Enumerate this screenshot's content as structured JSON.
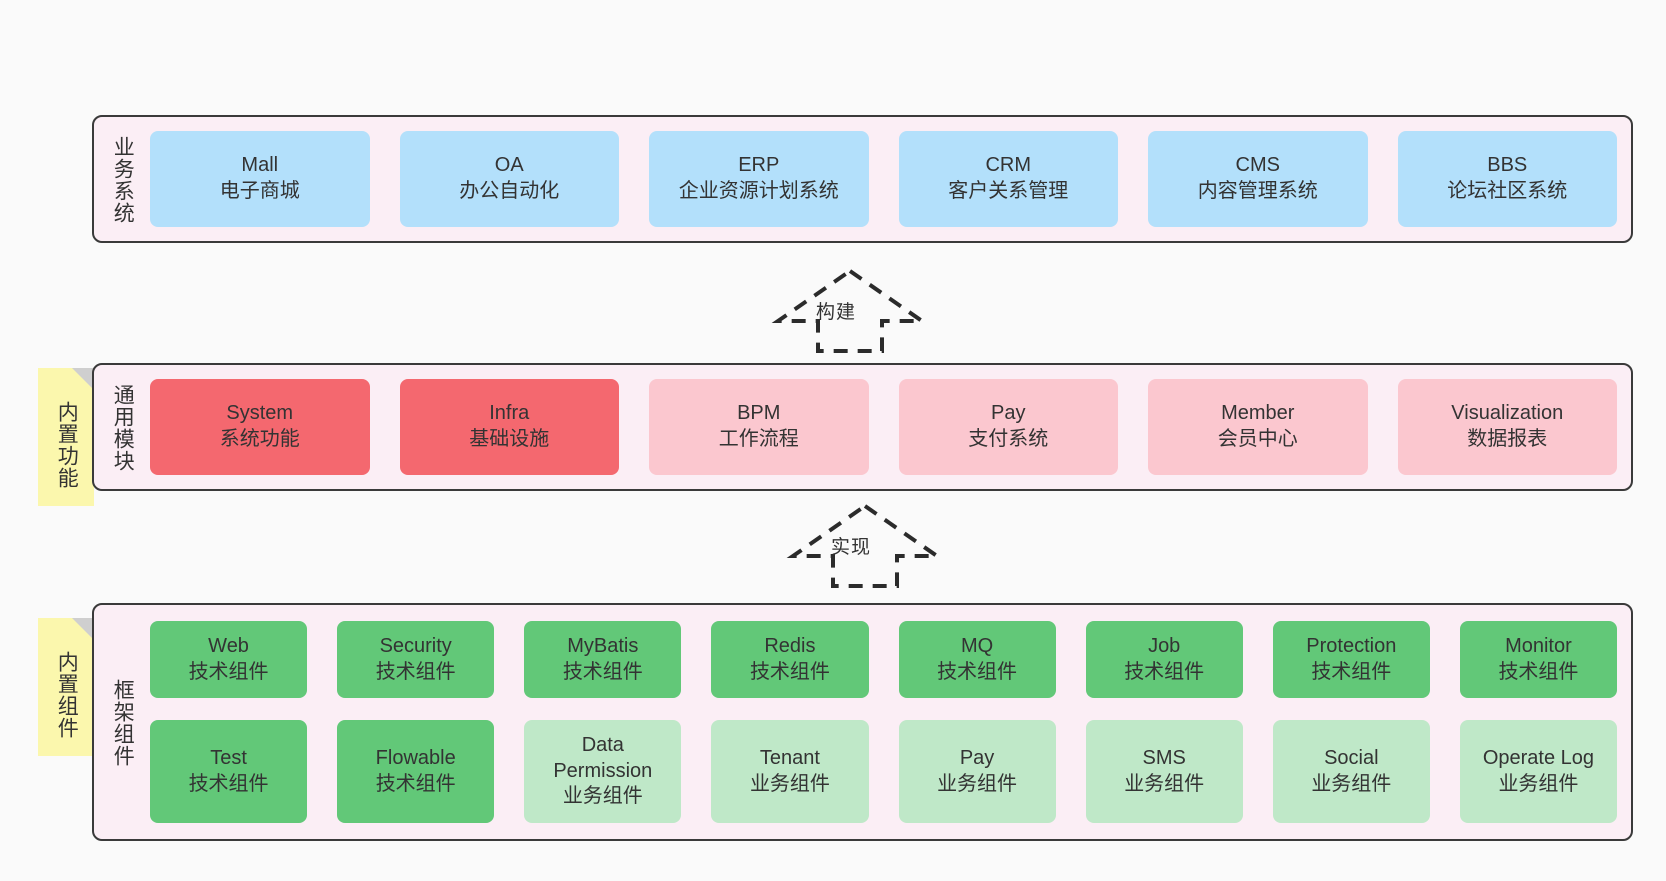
{
  "diagram": {
    "background_color": "#fafafa",
    "band_background": "#fbeef5",
    "band_border": "#3a3a3a",
    "note_color": "#fbf7ad"
  },
  "bands": {
    "business": {
      "title": "业务系统",
      "cards": [
        {
          "en": "Mall",
          "cn": "电子商城",
          "color": "#b3e0fb"
        },
        {
          "en": "OA",
          "cn": "办公自动化",
          "color": "#b3e0fb"
        },
        {
          "en": "ERP",
          "cn": "企业资源计划系统",
          "color": "#b3e0fb"
        },
        {
          "en": "CRM",
          "cn": "客户关系管理",
          "color": "#b3e0fb"
        },
        {
          "en": "CMS",
          "cn": "内容管理系统",
          "color": "#b3e0fb"
        },
        {
          "en": "BBS",
          "cn": "论坛社区系统",
          "color": "#b3e0fb"
        }
      ]
    },
    "common": {
      "title": "通用模块",
      "note": "内置功能",
      "cards": [
        {
          "en": "System",
          "cn": "系统功能",
          "color": "#f4686f"
        },
        {
          "en": "Infra",
          "cn": "基础设施",
          "color": "#f4686f"
        },
        {
          "en": "BPM",
          "cn": "工作流程",
          "color": "#fbc7cf"
        },
        {
          "en": "Pay",
          "cn": "支付系统",
          "color": "#fbc7cf"
        },
        {
          "en": "Member",
          "cn": "会员中心",
          "color": "#fbc7cf"
        },
        {
          "en": "Visualization",
          "cn": "数据报表",
          "color": "#fbc7cf"
        }
      ]
    },
    "framework": {
      "title": "框架组件",
      "note": "内置组件",
      "row1": [
        {
          "en": "Web",
          "cn": "技术组件",
          "color": "#62c878"
        },
        {
          "en": "Security",
          "cn": "技术组件",
          "color": "#62c878"
        },
        {
          "en": "MyBatis",
          "cn": "技术组件",
          "color": "#62c878"
        },
        {
          "en": "Redis",
          "cn": "技术组件",
          "color": "#62c878"
        },
        {
          "en": "MQ",
          "cn": "技术组件",
          "color": "#62c878"
        },
        {
          "en": "Job",
          "cn": "技术组件",
          "color": "#62c878"
        },
        {
          "en": "Protection",
          "cn": "技术组件",
          "color": "#62c878"
        },
        {
          "en": "Monitor",
          "cn": "技术组件",
          "color": "#62c878"
        }
      ],
      "row2": [
        {
          "en": "Test",
          "cn": "技术组件",
          "color": "#62c878"
        },
        {
          "en": "Flowable",
          "cn": "技术组件",
          "color": "#62c878"
        },
        {
          "en": "Data Permission",
          "cn": "业务组件",
          "color": "#bfe8c8"
        },
        {
          "en": "Tenant",
          "cn": "业务组件",
          "color": "#bfe8c8"
        },
        {
          "en": "Pay",
          "cn": "业务组件",
          "color": "#bfe8c8"
        },
        {
          "en": "SMS",
          "cn": "业务组件",
          "color": "#bfe8c8"
        },
        {
          "en": "Social",
          "cn": "业务组件",
          "color": "#bfe8c8"
        },
        {
          "en": "Operate Log",
          "cn": "业务组件",
          "color": "#bfe8c8"
        }
      ]
    }
  },
  "connectors": [
    {
      "label": "构建",
      "from": "common",
      "to": "business",
      "style": "dashed-block-arrow-up"
    },
    {
      "label": "实现",
      "from": "framework",
      "to": "common",
      "style": "dashed-block-arrow-up"
    }
  ]
}
